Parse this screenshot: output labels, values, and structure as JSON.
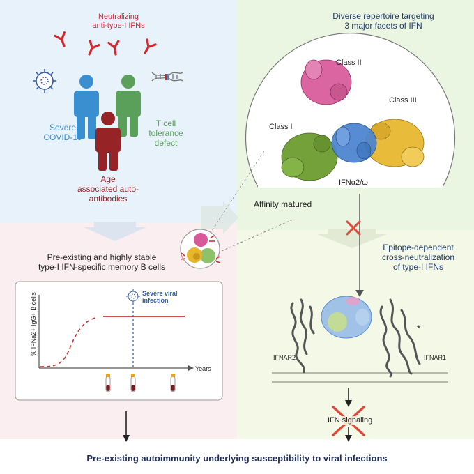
{
  "top_left": {
    "neutralizing_title": "Neutralizing\nanti-type-I IFNs",
    "severe_label": "Severe\nCOVID-19",
    "tcell_label": "T cell\ntolerance\ndefect",
    "age_label": "Age\nassociated auto-\nantibodies"
  },
  "top_right": {
    "title": "Diverse repertoire targeting\n3 major facets of IFN",
    "class_ii": "Class II",
    "class_iii": "Class III",
    "class_i": "Class I",
    "ifn_label": "IFNα2/ω",
    "affinity_label": "Affinity matured"
  },
  "bottom_left": {
    "title": "Pre-existing and highly stable\ntype-I IFN-specific memory B cells",
    "y_axis_label": "% IFNa2+ IgG+ B cells",
    "x_axis_label": "Years",
    "virus_label": "Severe viral\ninfection"
  },
  "bottom_right": {
    "title": "Epitope-dependent\ncross-neutralization\nof type-I IFNs",
    "ifnar2": "IFNAR2",
    "ifnar1": "IFNAR1",
    "signaling": "IFN signaling"
  },
  "footer": "Pre-existing autoimmunity underlying susceptibility to viral infections",
  "colors": {
    "top_left_bg": "#e8f2fb",
    "top_right_bg": "#eaf5e2",
    "bottom_left_bg": "#fbeef1",
    "bottom_right_bg": "#f4f8e6",
    "blue_person": "#3a8fd0",
    "green_person": "#5aa05a",
    "red_person": "#962326",
    "antibody_red": "#d6262e",
    "class_ii": "#d9589a",
    "class_iii": "#e8b62a",
    "class_i": "#6a9a2a",
    "ifn_blue": "#4f86d0",
    "cross_red": "#e0483a"
  }
}
